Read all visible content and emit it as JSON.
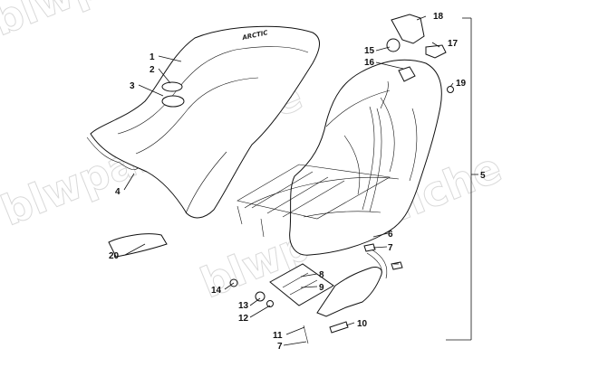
{
  "watermark": "blwpartsfiche",
  "seat_logo": "ARCTIC",
  "callouts": [
    {
      "id": "c1",
      "label": "1"
    },
    {
      "id": "c2",
      "label": "2"
    },
    {
      "id": "c3",
      "label": "3"
    },
    {
      "id": "c4",
      "label": "4"
    },
    {
      "id": "c5",
      "label": "5"
    },
    {
      "id": "c6",
      "label": "6"
    },
    {
      "id": "c7a",
      "label": "7"
    },
    {
      "id": "c7b",
      "label": "7"
    },
    {
      "id": "c8",
      "label": "8"
    },
    {
      "id": "c9",
      "label": "9"
    },
    {
      "id": "c10",
      "label": "10"
    },
    {
      "id": "c11",
      "label": "11"
    },
    {
      "id": "c12",
      "label": "12"
    },
    {
      "id": "c13",
      "label": "13"
    },
    {
      "id": "c14",
      "label": "14"
    },
    {
      "id": "c15",
      "label": "15"
    },
    {
      "id": "c16",
      "label": "16"
    },
    {
      "id": "c17",
      "label": "17"
    },
    {
      "id": "c18",
      "label": "18"
    },
    {
      "id": "c19",
      "label": "19"
    },
    {
      "id": "c20",
      "label": "20"
    }
  ]
}
